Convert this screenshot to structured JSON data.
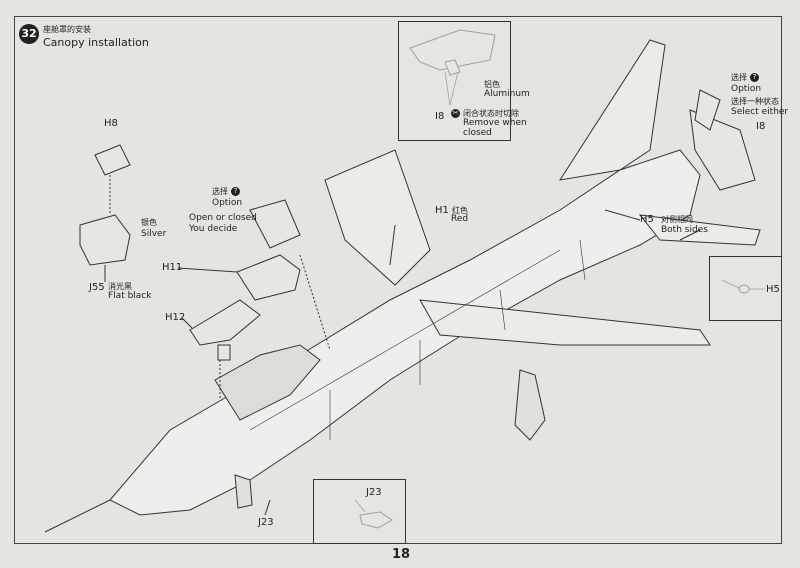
{
  "step": {
    "number": "32",
    "title_cn": "座舱罩的安装",
    "title_en": "Canopy installation"
  },
  "page_number": "18",
  "parts": {
    "h8": "H8",
    "j55": "J55",
    "j55_cn": "消光黑",
    "j55_en": "Flat black",
    "silver_cn": "银色",
    "silver_en": "Silver",
    "h11": "H11",
    "h12": "H12",
    "h1": "H1",
    "h1_cn": "红色",
    "h1_en": "Red",
    "h5": "H5",
    "j23": "J23",
    "i8": "I8"
  },
  "option_open": {
    "cn": "选择",
    "en": "Option",
    "line1": "Open or closed",
    "line2": "You decide"
  },
  "option_top_right": {
    "cn": "选择",
    "en": "Option",
    "cn2": "选择一种状态",
    "en2": "Select either"
  },
  "both_sides": {
    "cn": "对侧相同",
    "en": "Both sides"
  },
  "inset_top": {
    "aluminum_cn": "铝色",
    "aluminum_en": "Aluminum",
    "remove_cn": "闭合状态时切除",
    "remove_en1": "Remove when",
    "remove_en2": "closed"
  }
}
